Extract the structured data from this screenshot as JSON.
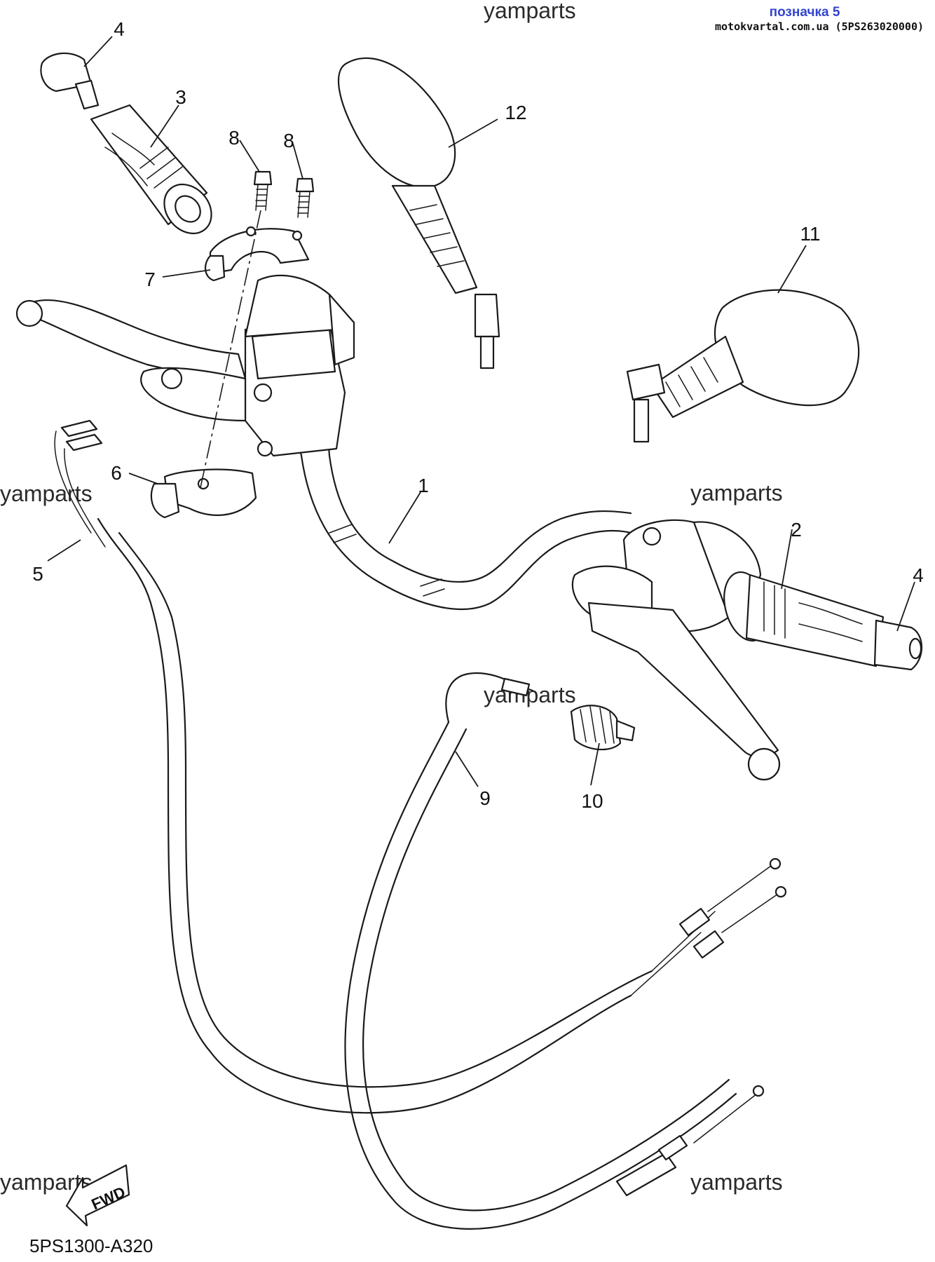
{
  "header": {
    "tag": "позначка 5",
    "source": "motokvartal.com.ua (5PS263020000)"
  },
  "watermark": "yamparts",
  "diagram_code": "5PS1300-A320",
  "fwd_label": "FWD",
  "callouts": [
    "4",
    "3",
    "8",
    "8",
    "12",
    "7",
    "11",
    "6",
    "1",
    "2",
    "4",
    "5",
    "9",
    "10"
  ]
}
